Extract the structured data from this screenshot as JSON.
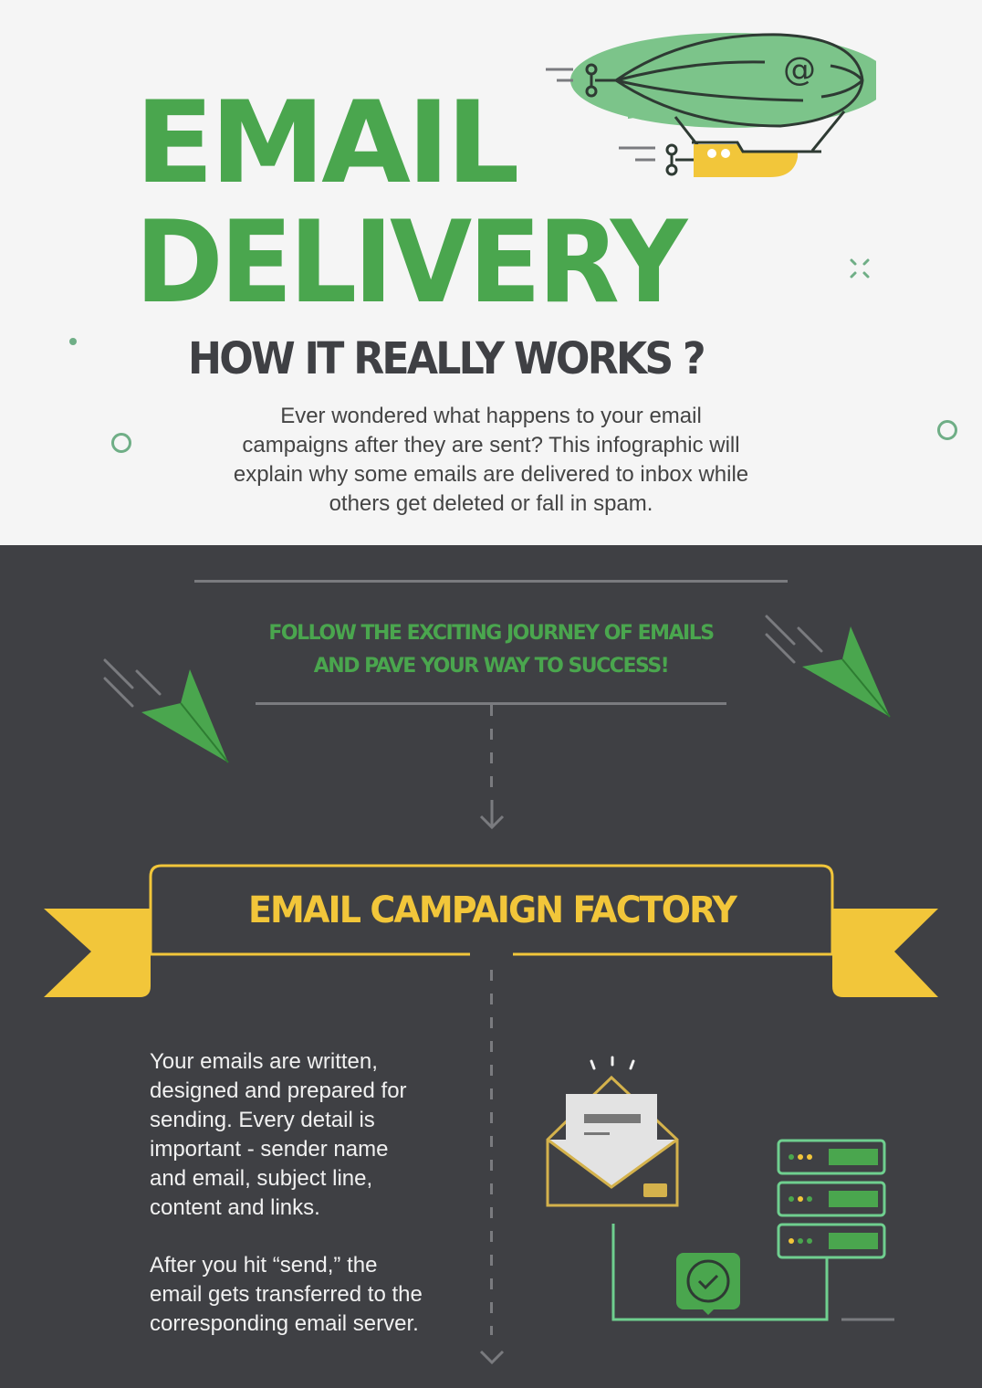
{
  "header": {
    "title_line1": "EMAIL",
    "title_line2": "DELIVERY",
    "subtitle": "HOW IT REALLY WORKS ?",
    "intro_lines": [
      "Ever wondered what happens to your email",
      "campaigns after they are sent? This infographic will",
      "explain why some emails are delivered to inbox while",
      "others get deleted or fall in spam."
    ],
    "icons": [
      "airship-icon",
      "at-sign-icon",
      "propeller-icon",
      "sparkle-icon",
      "ring-decoration-icon",
      "dot-decoration-icon"
    ]
  },
  "journey": {
    "line1": "FOLLOW THE EXCITING JOURNEY OF EMAILS",
    "line2": "AND PAVE YOUR WAY TO SUCCESS!",
    "icons": [
      "paper-plane-icon",
      "down-arrow-icon"
    ]
  },
  "section1": {
    "banner_title": "EMAIL CAMPAIGN FACTORY",
    "paragraph1_lines": [
      "Your emails are written,",
      "designed and prepared for",
      "sending. Every detail is",
      "important - sender name",
      "and email, subject line,",
      "content and links."
    ],
    "paragraph2_lines": [
      "After you hit “send,” the",
      "email gets transferred to the",
      "corresponding email server."
    ],
    "icons": [
      "open-envelope-icon",
      "checkmark-badge-icon",
      "server-stack-icon"
    ]
  },
  "colors": {
    "green": "#4aa64e",
    "light_green": "#7cc48a",
    "yellow": "#f2c63a",
    "dark_bg": "#3f4044",
    "light_bg": "#f5f5f5",
    "text_dark": "#3f4044"
  }
}
